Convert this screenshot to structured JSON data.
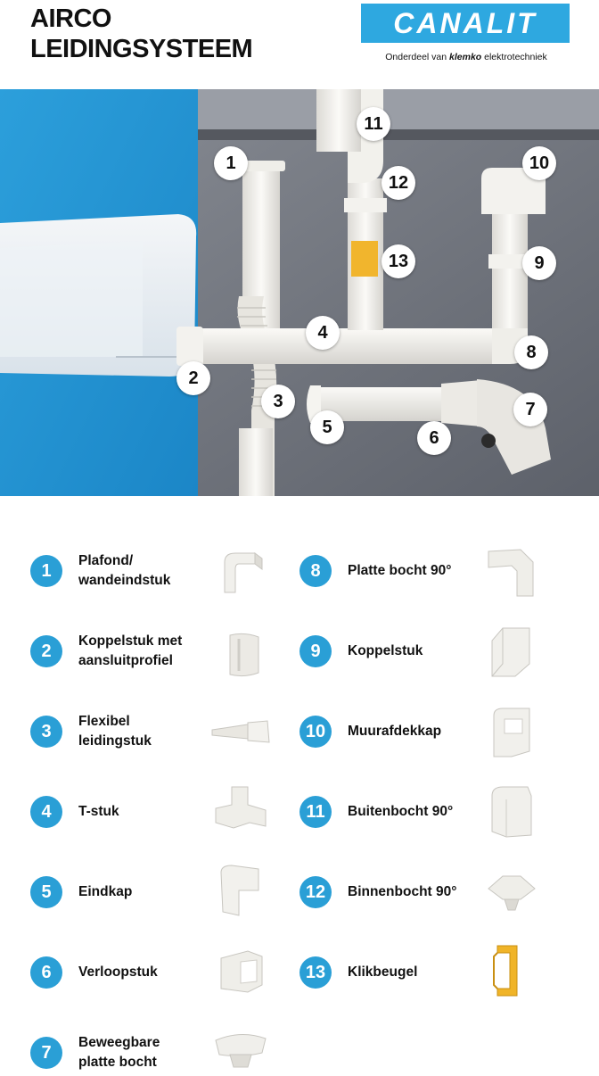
{
  "header": {
    "title_line1": "AIRCO",
    "title_line2": "LEIDINGSYSTEEM",
    "logo": "CANALIT",
    "tagline_prefix": "Onderdeel van ",
    "tagline_brand": "klemko",
    "tagline_suffix": " elektrotechniek"
  },
  "hero_badges": [
    "1",
    "2",
    "3",
    "4",
    "5",
    "6",
    "7",
    "8",
    "9",
    "10",
    "11",
    "12",
    "13"
  ],
  "colors": {
    "accent": "#2a9fd6",
    "logo_bg": "#2ea8e0",
    "wall": "#6b6f78",
    "part_white": "#f2f1ee",
    "clip_yellow": "#f0b428"
  },
  "items": [
    {
      "num": "1",
      "line1": "Plafond/",
      "line2": "wandeindstuk",
      "icon": "ceiling-wall-end-piece-icon"
    },
    {
      "num": "2",
      "line1": "Koppelstuk met",
      "line2": "aansluitprofiel",
      "icon": "coupling-with-profile-icon"
    },
    {
      "num": "3",
      "line1": "Flexibel",
      "line2": "leidingstuk",
      "icon": "flexible-duct-icon"
    },
    {
      "num": "4",
      "line1": "T-stuk",
      "line2": "",
      "icon": "t-piece-icon"
    },
    {
      "num": "5",
      "line1": "Eindkap",
      "line2": "",
      "icon": "end-cap-icon"
    },
    {
      "num": "6",
      "line1": "Verloopstuk",
      "line2": "",
      "icon": "reducer-icon"
    },
    {
      "num": "7",
      "line1": "Beweegbare",
      "line2": "platte bocht",
      "icon": "movable-flat-bend-icon"
    },
    {
      "num": "8",
      "line1": "Platte bocht 90°",
      "line2": "",
      "icon": "flat-bend-icon"
    },
    {
      "num": "9",
      "line1": "Koppelstuk",
      "line2": "",
      "icon": "coupling-icon"
    },
    {
      "num": "10",
      "line1": "Muurafdekkap",
      "line2": "",
      "icon": "wall-cover-icon"
    },
    {
      "num": "11",
      "line1": "Buitenbocht 90°",
      "line2": "",
      "icon": "outer-bend-icon"
    },
    {
      "num": "12",
      "line1": "Binnenbocht 90°",
      "line2": "",
      "icon": "inner-bend-icon"
    },
    {
      "num": "13",
      "line1": "Klikbeugel",
      "line2": "",
      "icon": "clip-bracket-icon"
    }
  ]
}
